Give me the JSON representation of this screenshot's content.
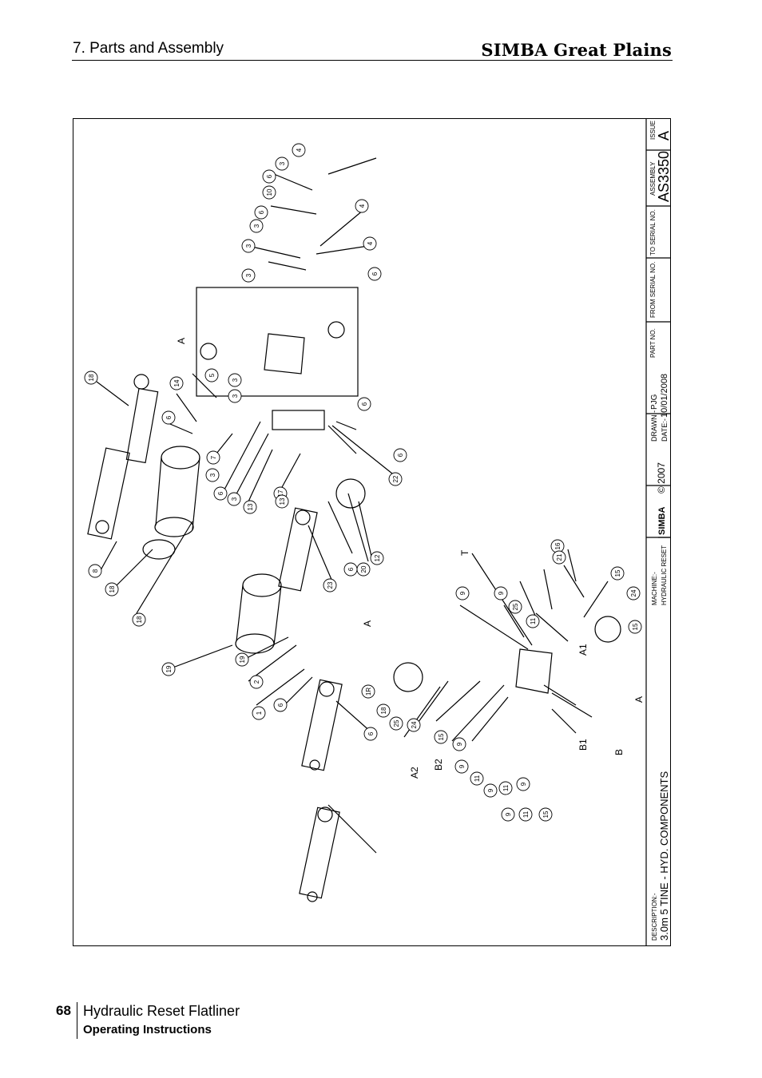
{
  "header": {
    "section": "7. Parts and Assembly",
    "brand": "SIMBA Great Plains"
  },
  "footer": {
    "page_number": "68",
    "title": "Hydraulic Reset Flatliner",
    "subtitle": "Operating Instructions"
  },
  "title_block": {
    "description_label": "DESCRIPTION:-",
    "description": "3.0m 5 TINE - HYD. COMPONENTS",
    "machine_label": "MACHINE:-",
    "machine": "HYDRAULIC RESET",
    "logo": "SIMBA",
    "copyright": "© 2007",
    "drawn_label": "DRAWN:-",
    "drawn": "PJG",
    "date_label": "DATE:-",
    "date": "10/01/2008",
    "part_no_label": "PART NO.",
    "from_serial_label": "FROM SERIAL NO.",
    "to_serial_label": "TO SERIAL NO.",
    "assembly_label": "ASSEMBLY",
    "assembly": "AS3350",
    "issue_label": "ISSUE",
    "issue": "A"
  },
  "view_labels": [
    "A",
    "A",
    "A",
    "A1",
    "A2",
    "B1",
    "B2",
    "B",
    "T"
  ],
  "balloons": [
    "4",
    "3",
    "6",
    "10",
    "6",
    "3",
    "4",
    "3",
    "4",
    "3",
    "6",
    "18",
    "14",
    "5",
    "3",
    "3",
    "6",
    "6",
    "7",
    "3",
    "6",
    "3",
    "22",
    "6",
    "13",
    "17",
    "13",
    "12",
    "20",
    "6",
    "8",
    "18",
    "23",
    "18",
    "19",
    "19",
    "2",
    "6",
    "1",
    "6",
    "1R",
    "18",
    "25",
    "24",
    "15",
    "9",
    "9",
    "11",
    "11",
    "9",
    "9",
    "11",
    "15",
    "9",
    "16",
    "15",
    "24",
    "15",
    "25",
    "11",
    "9",
    "9",
    "21"
  ]
}
